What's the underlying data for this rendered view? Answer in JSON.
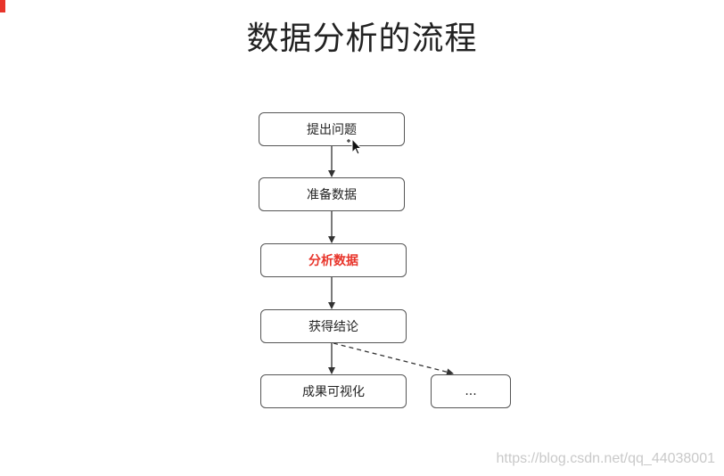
{
  "title": "数据分析的流程",
  "nodes": {
    "ask_question": "提出问题",
    "prepare_data": "准备数据",
    "analyze_data": "分析数据",
    "draw_conclusion": "获得结论",
    "visualize_results": "成果可视化",
    "more": "..."
  },
  "colors": {
    "accent": "#e8342a",
    "border": "#555555",
    "text": "#222222"
  },
  "cursor_icon": "move-cursor-icon",
  "watermark": "https://blog.csdn.net/qq_44038001"
}
